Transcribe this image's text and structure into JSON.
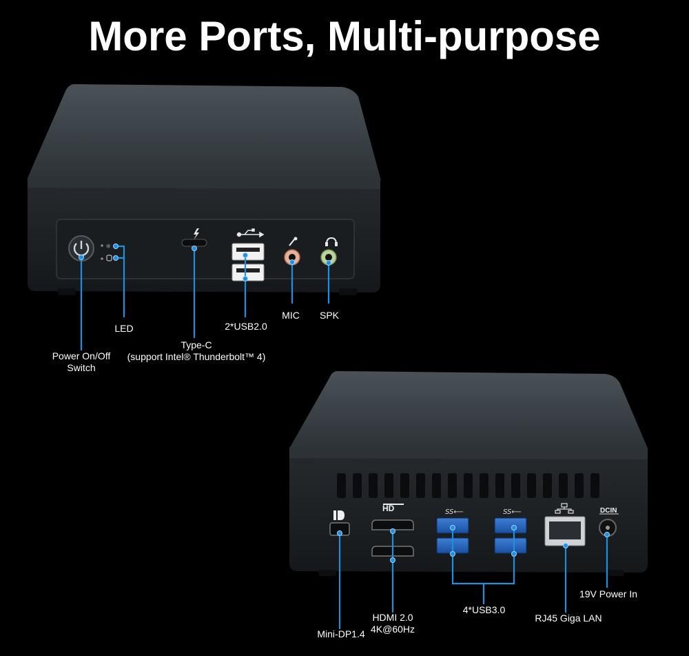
{
  "title": "More Ports, Multi-purpose",
  "colors": {
    "background": "#000000",
    "accent": "#1f8fe0",
    "chassis": "#1e2226"
  },
  "front_labels": {
    "led": "LED",
    "power_line1": "Power On/Off",
    "power_line2": "Switch",
    "typec_line1": "Type-C",
    "typec_line2": "(support Intel® Thunderbolt™ 4)",
    "usb2": "2*USB2.0",
    "mic": "MIC",
    "spk": "SPK"
  },
  "rear_labels": {
    "minidp": "Mini-DP1.4",
    "hdmi_line1": "HDMI 2.0",
    "hdmi_line2": "4K@60Hz",
    "usb3": "4*USB3.0",
    "rj45": "RJ45 Giga LAN",
    "power_in": "19V Power In",
    "dcin": "DCIN",
    "hd_mark": "HD"
  }
}
